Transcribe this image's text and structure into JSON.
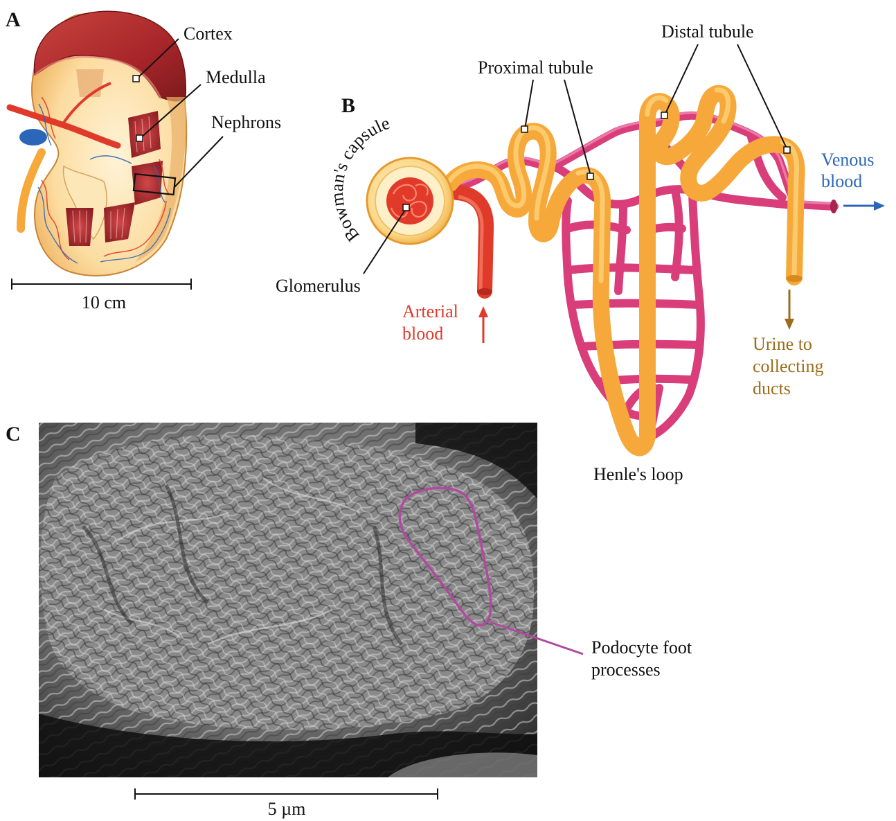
{
  "panels": {
    "a": {
      "letter": "A",
      "labels": {
        "cortex": "Cortex",
        "medulla": "Medulla",
        "nephrons": "Nephrons"
      },
      "scale": "10 cm"
    },
    "b": {
      "letter": "B",
      "labels": {
        "bowmans_capsule": "Bowman's capsule",
        "glomerulus": "Glomerulus",
        "proximal_tubule": "Proximal tubule",
        "distal_tubule": "Distal tubule",
        "venous_blood": [
          "Venous",
          "blood"
        ],
        "arterial_blood": [
          "Arterial",
          "blood"
        ],
        "urine": [
          "Urine to",
          "collecting",
          "ducts"
        ],
        "henles_loop": "Henle's loop"
      }
    },
    "c": {
      "letter": "C",
      "labels": {
        "podocyte": [
          "Podocyte foot",
          "processes"
        ]
      },
      "scale": "5 µm"
    }
  },
  "colors": {
    "kidney_cortex": "#a8262a",
    "kidney_body": "#fcdca0",
    "artery": "#e03a2a",
    "vein": "#2c66b8",
    "tubule": "#f6a93a",
    "capillary": "#d93d7a",
    "urine_label": "#9b6c1c",
    "podocyte_outline": "#b04aa0"
  }
}
